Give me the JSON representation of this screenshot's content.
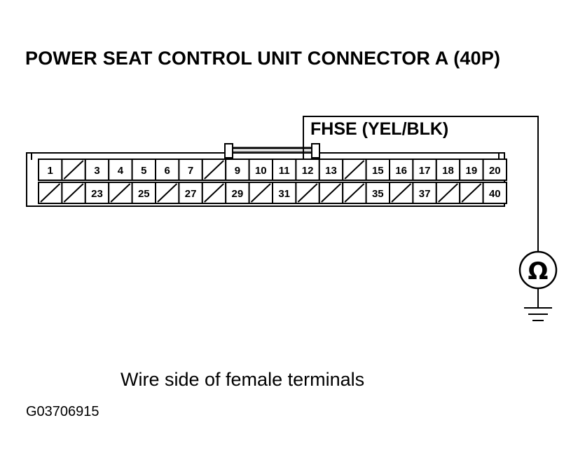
{
  "title": "POWER SEAT CONTROL UNIT CONNECTOR A (40P)",
  "wire_label": "FHSE (YEL/BLK)",
  "caption": "Wire side of female terminals",
  "figure_code": "G03706915",
  "meter_symbol": "Ω",
  "connector": {
    "row1": [
      "1",
      "",
      "3",
      "4",
      "5",
      "6",
      "7",
      "",
      "9",
      "10",
      "11",
      "12",
      "13",
      "",
      "15",
      "16",
      "17",
      "18",
      "19",
      "20"
    ],
    "row2": [
      "",
      "",
      "23",
      "",
      "25",
      "",
      "27",
      "",
      "29",
      "",
      "31",
      "",
      "",
      "",
      "35",
      "",
      "37",
      "",
      "",
      "40"
    ]
  }
}
